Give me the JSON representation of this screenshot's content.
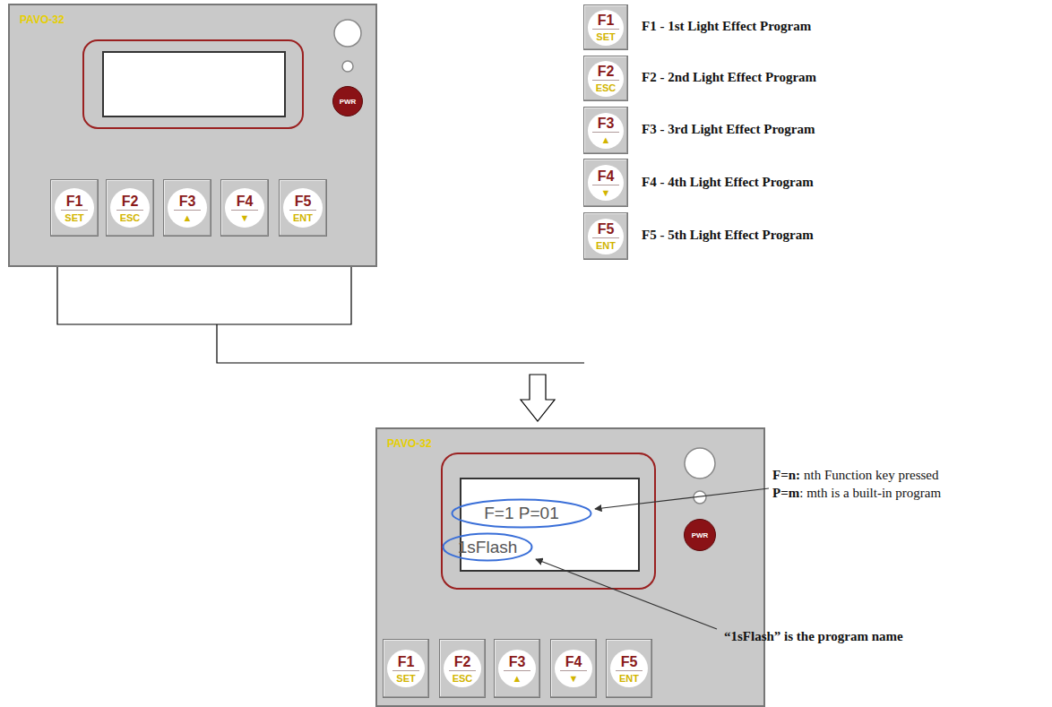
{
  "diagram": {
    "nodes": [
      {
        "text": [
          "PAVO-32"
        ]
      },
      {
        "text": [
          "PWR"
        ],
        "in": 0
      },
      {
        "text": [
          "F1",
          "SET"
        ],
        "in": 0
      },
      {
        "text": [
          "F2",
          "ESC"
        ],
        "in": 0
      },
      {
        "text": [
          "F3",
          "▲"
        ],
        "in": 0
      },
      {
        "text": [
          "F4",
          "▼"
        ],
        "in": 0
      },
      {
        "text": [
          "F5",
          "ENT"
        ],
        "in": 0
      },
      {
        "text": [
          "F1",
          "SET"
        ]
      },
      {
        "text": [
          "F2",
          "ESC"
        ]
      },
      {
        "text": [
          "F3",
          "▲"
        ]
      },
      {
        "text": [
          "F4",
          "▼"
        ]
      },
      {
        "text": [
          "F5",
          "ENT"
        ]
      },
      {
        "text": [
          "PAVO-32"
        ]
      },
      {
        "text": [
          "F=1 P=01"
        ],
        "in": 12
      },
      {
        "text": [
          "1sFlash"
        ],
        "in": 12
      },
      {
        "text": [
          "PWR"
        ],
        "in": 12
      },
      {
        "text": [
          "F1",
          "SET"
        ],
        "in": 12
      },
      {
        "text": [
          "F2",
          "ESC"
        ],
        "in": 12
      },
      {
        "text": [
          "F3",
          "▲"
        ],
        "in": 12
      },
      {
        "text": [
          "F4",
          "▼"
        ],
        "in": 12
      },
      {
        "text": [
          "F5",
          "ENT"
        ],
        "in": 12
      }
    ],
    "labels": [
      "F1 - 1st Light Effect Program",
      "F2 - 2nd Light Effect Program",
      "F3 - 3rd Light Effect Program",
      "F4 - 4th Light Effect Program",
      "F5 - 5th Light Effect Program",
      "F=n:",
      "nth Function key pressed",
      "P=m",
      ": mth is a built-in program",
      "“1sFlash” is the program name"
    ]
  }
}
